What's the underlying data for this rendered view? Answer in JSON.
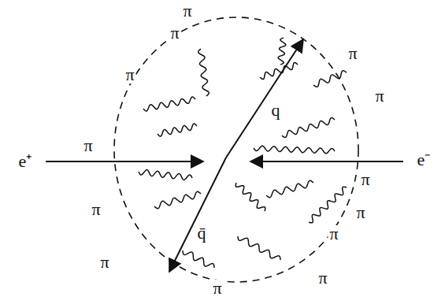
{
  "diagram": {
    "labels": [
      "e⁺",
      "e⁻",
      "q",
      "q̄",
      "π",
      "π",
      "π",
      "π",
      "π",
      "π",
      "π",
      "π",
      "π",
      "π",
      "π",
      "π",
      "π"
    ]
  }
}
